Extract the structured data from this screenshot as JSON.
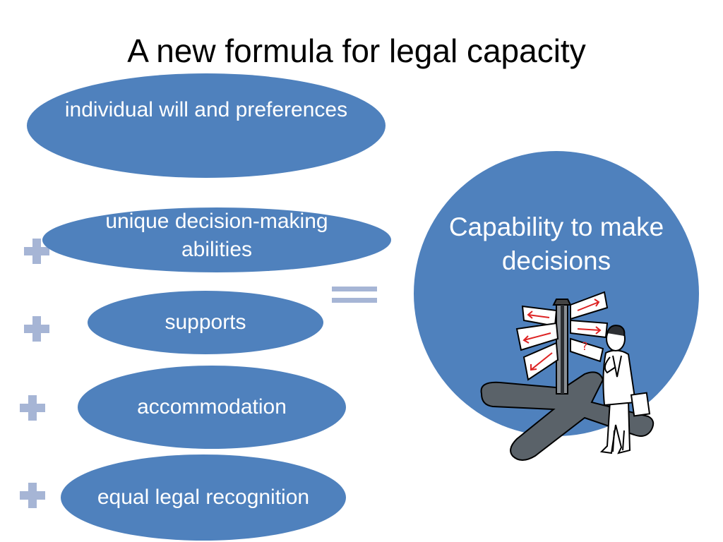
{
  "slide": {
    "title": "A new formula for legal capacity"
  },
  "terms": [
    {
      "label": "individual will and preferences"
    },
    {
      "label": "unique decision-making abilities"
    },
    {
      "label": "supports"
    },
    {
      "label": "accommodation"
    },
    {
      "label": "equal legal recognition"
    }
  ],
  "operators": {
    "plus": "+",
    "equals": "="
  },
  "result": {
    "label": "Capability to make decisions"
  },
  "clipart": {
    "icon": "signpost-person-icon",
    "sign_text": "?"
  },
  "colors": {
    "shape_fill": "#4f81bd",
    "operator": "#a6b5d5",
    "text_on_shape": "#ffffff",
    "title": "#000000"
  }
}
